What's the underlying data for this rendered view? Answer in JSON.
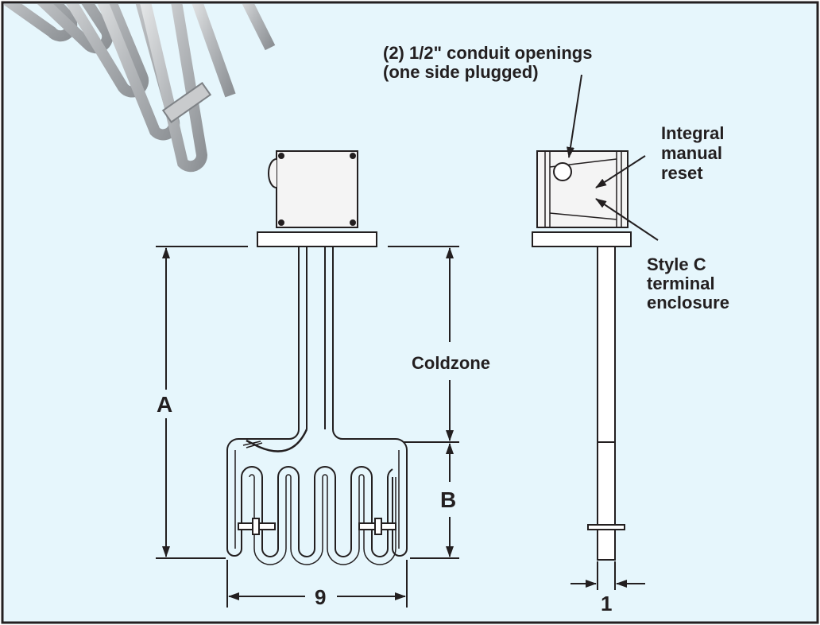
{
  "callouts": {
    "conduit_line1": "(2) 1/2\" conduit openings",
    "conduit_line2": "(one side plugged)",
    "reset_line1": "Integral",
    "reset_line2": "manual",
    "reset_line3": "reset",
    "enclosure_line1": "Style C",
    "enclosure_line2": "terminal",
    "enclosure_line3": "enclosure"
  },
  "dimensions": {
    "overall_length": "A",
    "coldzone": "Coldzone",
    "heated_length": "B",
    "width": "9",
    "depth": "1"
  },
  "colors": {
    "background": "#e6f6fc",
    "border": "#231f20",
    "ink": "#231f20",
    "enclosure_fill": "#f4f4f4",
    "tube_fill": "#ffffff",
    "hero_tube": "#c9cbcd"
  }
}
